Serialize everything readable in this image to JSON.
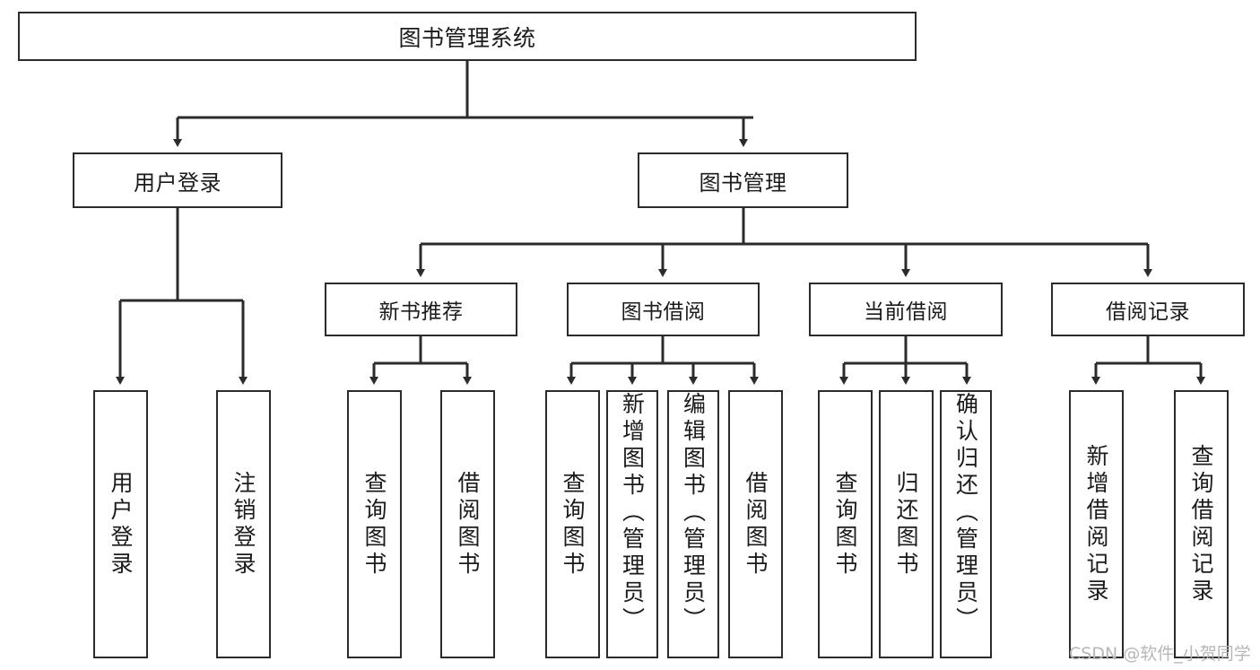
{
  "diagram": {
    "type": "hierarchy-tree",
    "title": "图书管理系统",
    "root": {
      "label": "图书管理系统"
    },
    "level2": [
      {
        "label": "用户登录"
      },
      {
        "label": "图书管理"
      }
    ],
    "level3": [
      {
        "label": "新书推荐",
        "parent": "图书管理"
      },
      {
        "label": "图书借阅",
        "parent": "图书管理"
      },
      {
        "label": "当前借阅",
        "parent": "图书管理"
      },
      {
        "label": "借阅记录",
        "parent": "图书管理"
      }
    ],
    "leaves": [
      {
        "label": "用户登录",
        "parent": "用户登录"
      },
      {
        "label": "注销登录",
        "parent": "用户登录"
      },
      {
        "label": "查询图书",
        "parent": "新书推荐"
      },
      {
        "label": "借阅图书",
        "parent": "新书推荐"
      },
      {
        "label": "查询图书",
        "parent": "图书借阅"
      },
      {
        "label": "新增图书（管理员）",
        "parent": "图书借阅"
      },
      {
        "label": "编辑图书（管理员）",
        "parent": "图书借阅"
      },
      {
        "label": "借阅图书",
        "parent": "图书借阅"
      },
      {
        "label": "查询图书",
        "parent": "当前借阅"
      },
      {
        "label": "归还图书",
        "parent": "当前借阅"
      },
      {
        "label": "确认归还（管理员）",
        "parent": "当前借阅"
      },
      {
        "label": "新增借阅记录",
        "parent": "借阅记录"
      },
      {
        "label": "查询借阅记录",
        "parent": "借阅记录"
      }
    ],
    "watermark": "CSDN @软件_小贺同学",
    "colors": {
      "stroke": "#2b2b2b",
      "background": "#ffffff",
      "text": "#1b1b1b",
      "watermark": "#b7b7b7"
    }
  }
}
